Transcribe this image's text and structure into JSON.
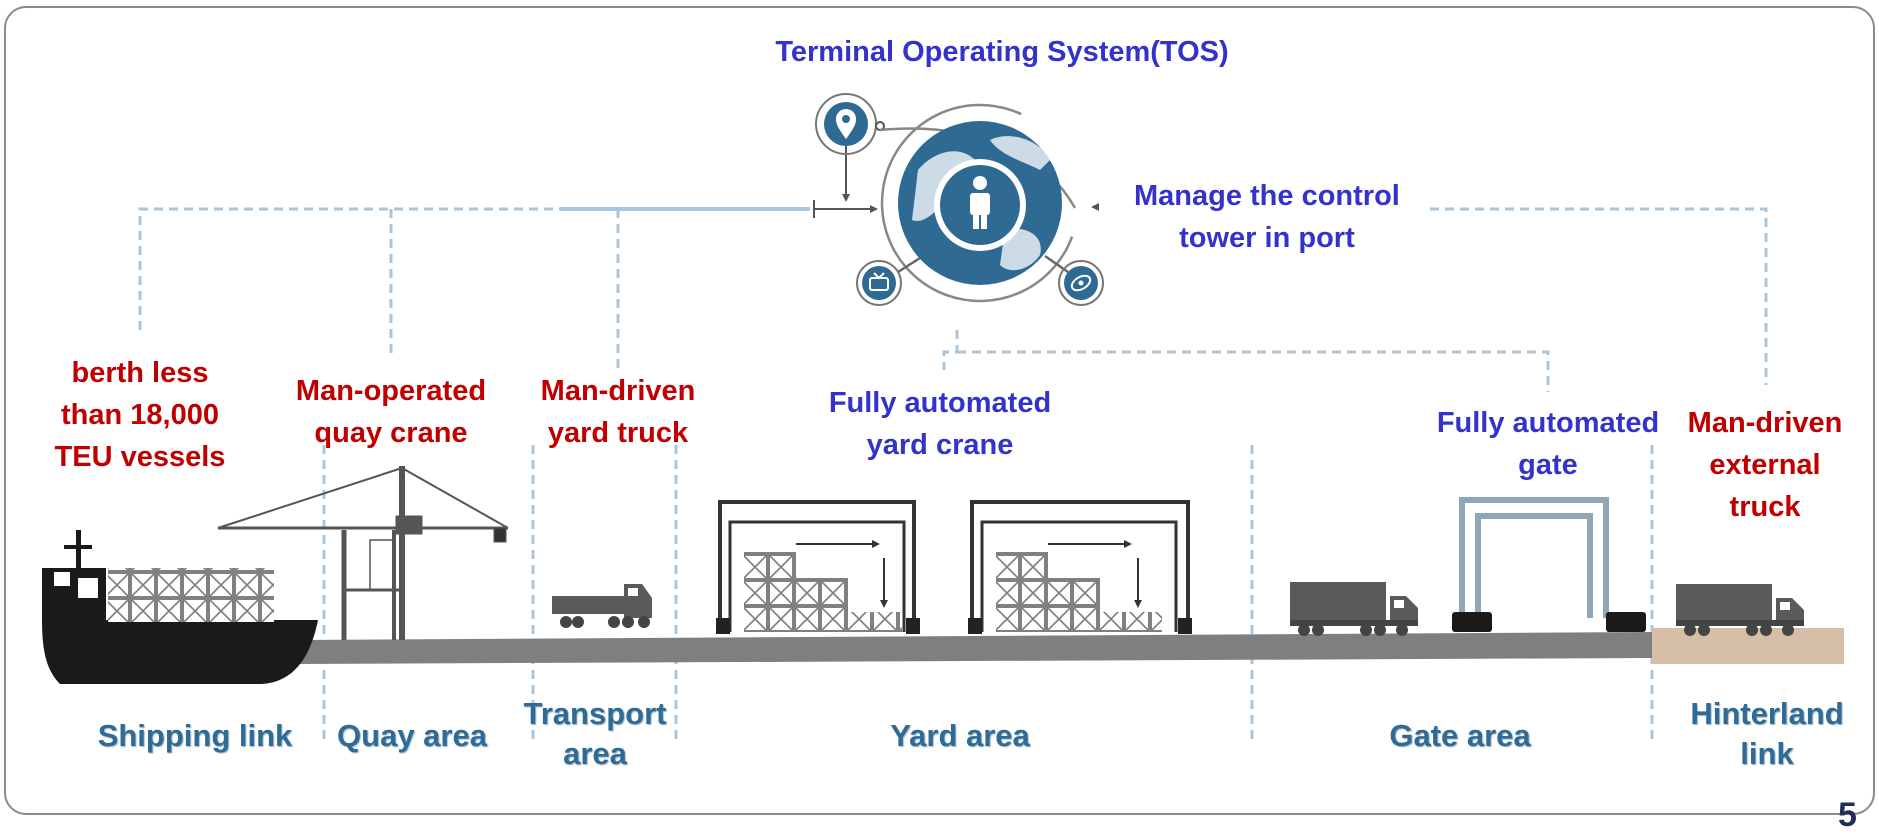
{
  "title": "Terminal Operating System(TOS)",
  "control_tower": {
    "label_line1": "Manage the control",
    "label_line2": "tower in port"
  },
  "equipment_labels": {
    "vessels": [
      "berth  less",
      "than 18,000",
      "TEU vessels"
    ],
    "quay_crane": [
      "Man-operated",
      "quay crane"
    ],
    "yard_truck": [
      "Man-driven",
      "yard truck"
    ],
    "yard_crane": [
      "Fully automated",
      "yard crane"
    ],
    "gate": [
      "Fully automated",
      "gate"
    ],
    "external_truck": [
      "Man-driven",
      "external",
      "truck"
    ]
  },
  "zones": {
    "shipping": "Shipping link",
    "quay": "Quay area",
    "transport": [
      "Transport",
      "area"
    ],
    "yard": "Yard area",
    "gate": "Gate area",
    "hinterland": [
      "Hinterland",
      "link"
    ]
  },
  "page_number": "5",
  "colors": {
    "red_label": "#c00000",
    "blue_label": "#3333cc",
    "zone_label": "#2e6b96",
    "dashed_line": "#a9c6dc",
    "ground": "#7f7f7f",
    "hinterland_ground": "#d6bfa8",
    "globe": "#2f6a93"
  },
  "icons": [
    "location-pin-icon",
    "person-icon",
    "tv-icon",
    "eye-icon",
    "globe-icon",
    "ship-icon",
    "quay-crane-icon",
    "truck-icon",
    "yard-crane-icon",
    "gate-icon"
  ]
}
